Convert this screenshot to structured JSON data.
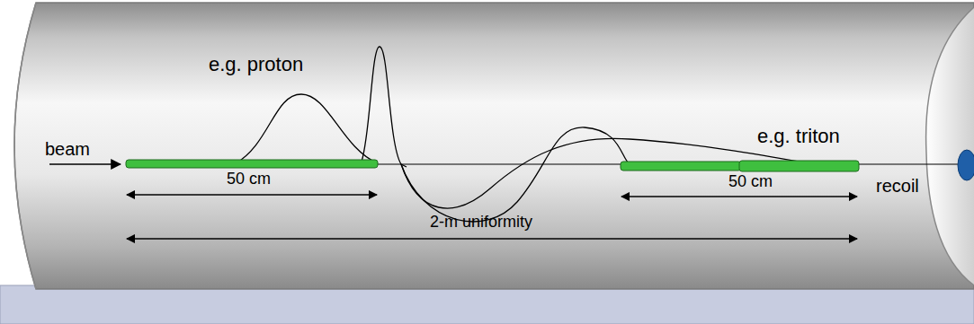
{
  "diagram": {
    "labels": [
      "e.g. proton",
      "e.g. triton",
      "beam",
      "recoil",
      "50 cm",
      "50 cm",
      "2-m uniformity"
    ]
  }
}
